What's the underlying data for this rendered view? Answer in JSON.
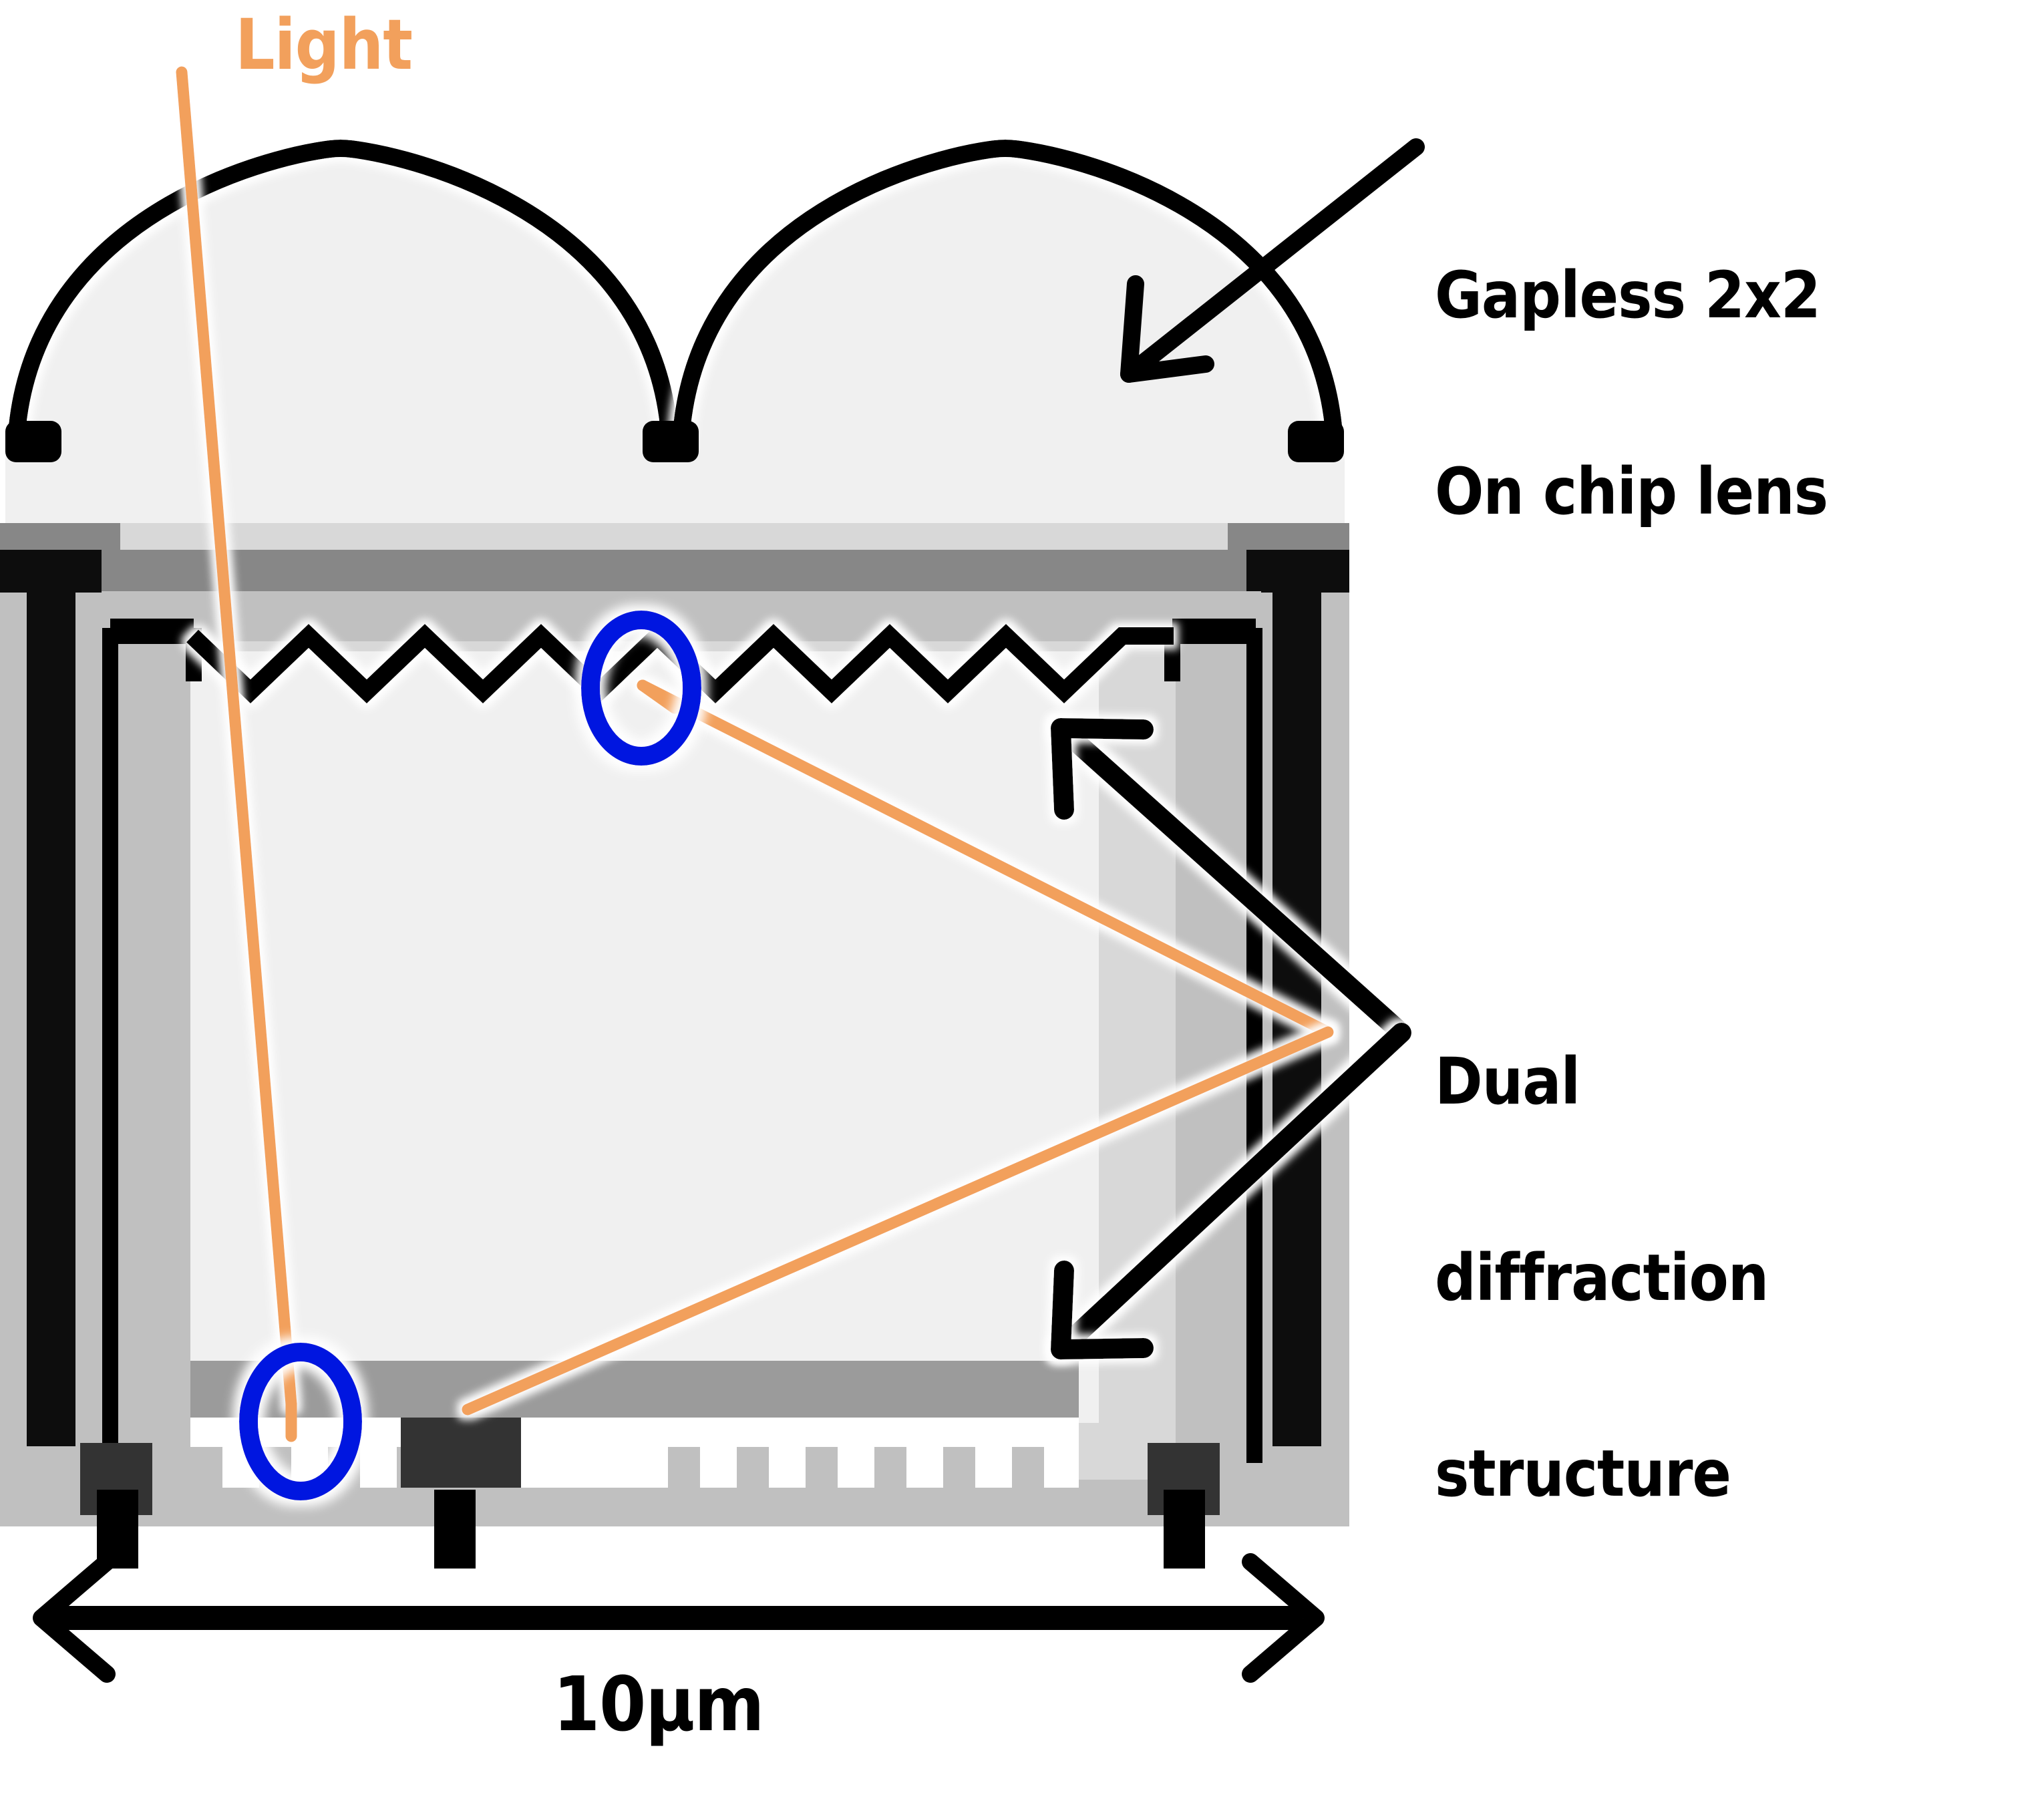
{
  "diagram": {
    "title": "Gapless 2x2 on-chip lens pixel cross-section with dual diffraction structure",
    "type": "cross-section-schematic"
  },
  "labels": {
    "light": "Light",
    "lens_line1": "Gapless 2x2",
    "lens_line2": "On chip lens",
    "diffraction_line1": "Dual",
    "diffraction_line2": "diffraction",
    "diffraction_line3": "structure",
    "scale": "10μm"
  },
  "colors": {
    "light_ray": "#f2a05c",
    "annotation_circle": "#0018e0",
    "outline": "#000000",
    "lens_fill": "#f0f0f0",
    "layer_light": "#d8d8d8",
    "layer_mid": "#c0c0c0",
    "layer_dark": "#878787",
    "layer_darkest": "#333333",
    "background": "#ffffff"
  },
  "structures": {
    "on_chip_lens_count": 2,
    "top_grating_teeth": 7,
    "bottom_grating_teeth": 9,
    "highlight_circles": 2,
    "callout_arrows": 3
  }
}
